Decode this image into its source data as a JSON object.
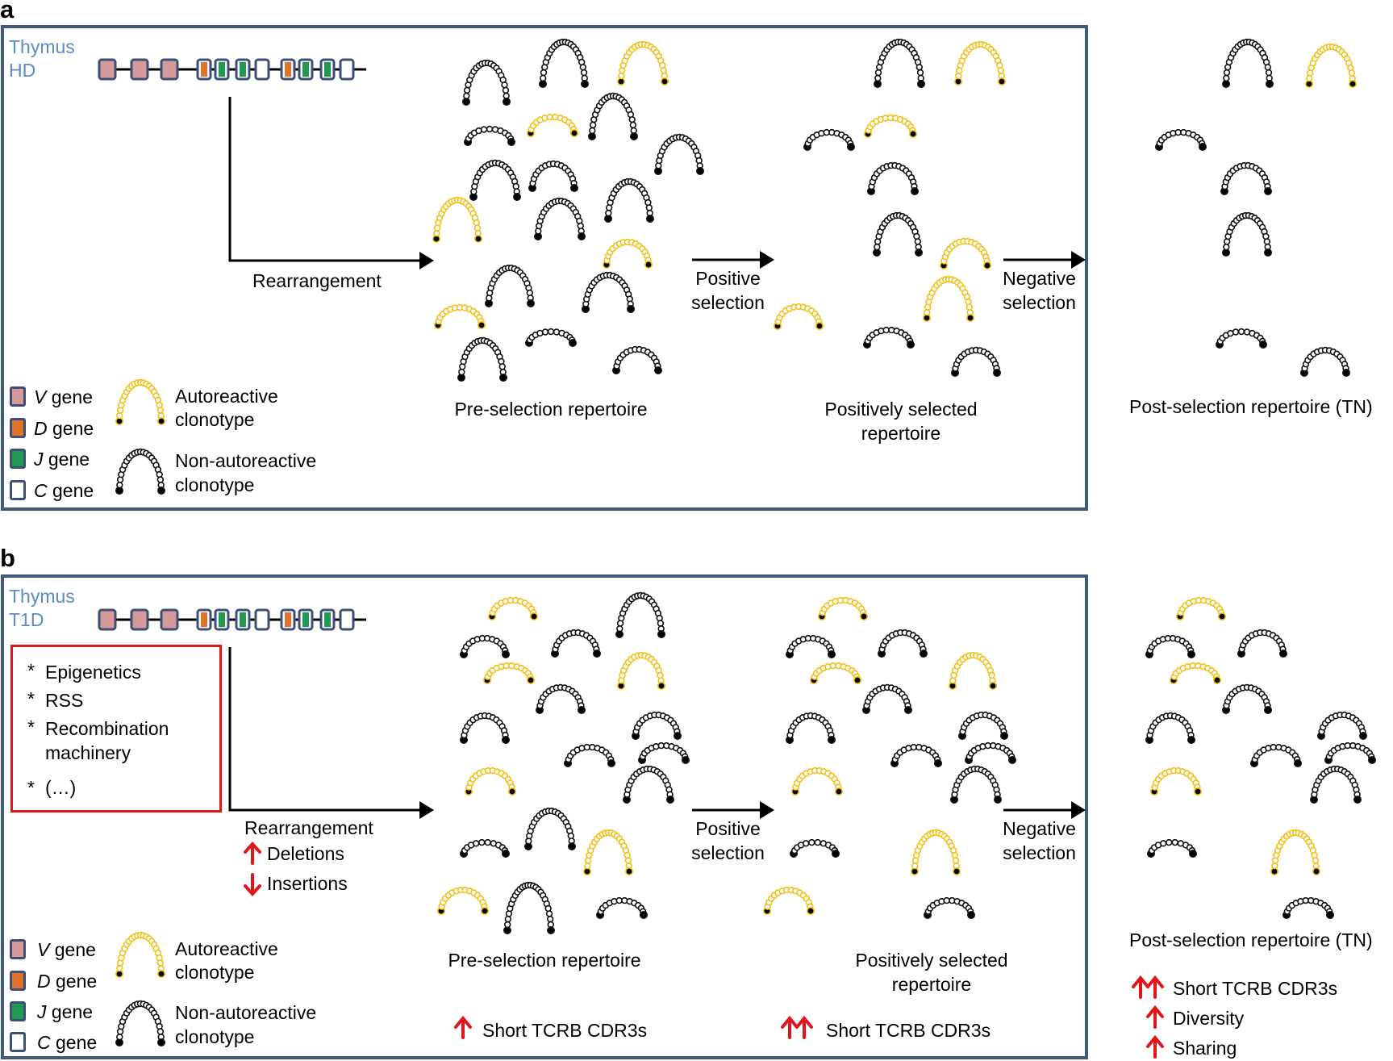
{
  "panel_a": {
    "letter": "a",
    "location_line1": "Thymus",
    "location_line2": "HD",
    "rearrangement_label": "Rearrangement",
    "positive_selection": [
      "Positive",
      "selection"
    ],
    "negative_selection": [
      "Negative",
      "selection"
    ],
    "pre_selection_label": "Pre-selection repertoire",
    "positively_selected_label": [
      "Positively selected",
      "repertoire"
    ],
    "post_selection_label": "Post-selection repertoire (TN)"
  },
  "panel_b": {
    "letter": "b",
    "location_line1": "Thymus",
    "location_line2": "T1D",
    "factors": [
      "Epigenetics",
      "RSS",
      "Recombination",
      "machinery",
      "(…)"
    ],
    "factor_bullet": "*",
    "rearrangement_label": "Rearrangement",
    "deletions_label": "Deletions",
    "insertions_label": "Insertions",
    "positive_selection": [
      "Positive",
      "selection"
    ],
    "negative_selection": [
      "Negative",
      "selection"
    ],
    "pre_selection_label": "Pre-selection repertoire",
    "positively_selected_label": [
      "Positively selected",
      "repertoire"
    ],
    "post_selection_label": "Post-selection repertoire (TN)",
    "pre_note": "Short TCRB CDR3s",
    "pos_note": "Short TCRB CDR3s",
    "post_notes": [
      "Short TCRB CDR3s",
      "Diversity",
      "Sharing"
    ]
  },
  "legend": {
    "v_gene": {
      "italic": "V",
      "rest": " gene"
    },
    "d_gene": {
      "italic": "D",
      "rest": " gene"
    },
    "j_gene": {
      "italic": "J",
      "rest": " gene"
    },
    "c_gene": {
      "italic": "C",
      "rest": " gene"
    },
    "autoreactive": [
      "Autoreactive",
      "clonotype"
    ],
    "non_autoreactive": [
      "Non-autoreactive",
      "clonotype"
    ]
  },
  "colors": {
    "frame": "#40587a",
    "v_gene": "#d6999a",
    "d_gene": "#e0732a",
    "j_gene": "#1f9a4e",
    "c_gene": "#ffffff",
    "autoreactive": "#f2c018",
    "non_autoreactive": "#111111",
    "up_down_arrow": "#e0161b",
    "location_text": "#5b8bc9"
  }
}
